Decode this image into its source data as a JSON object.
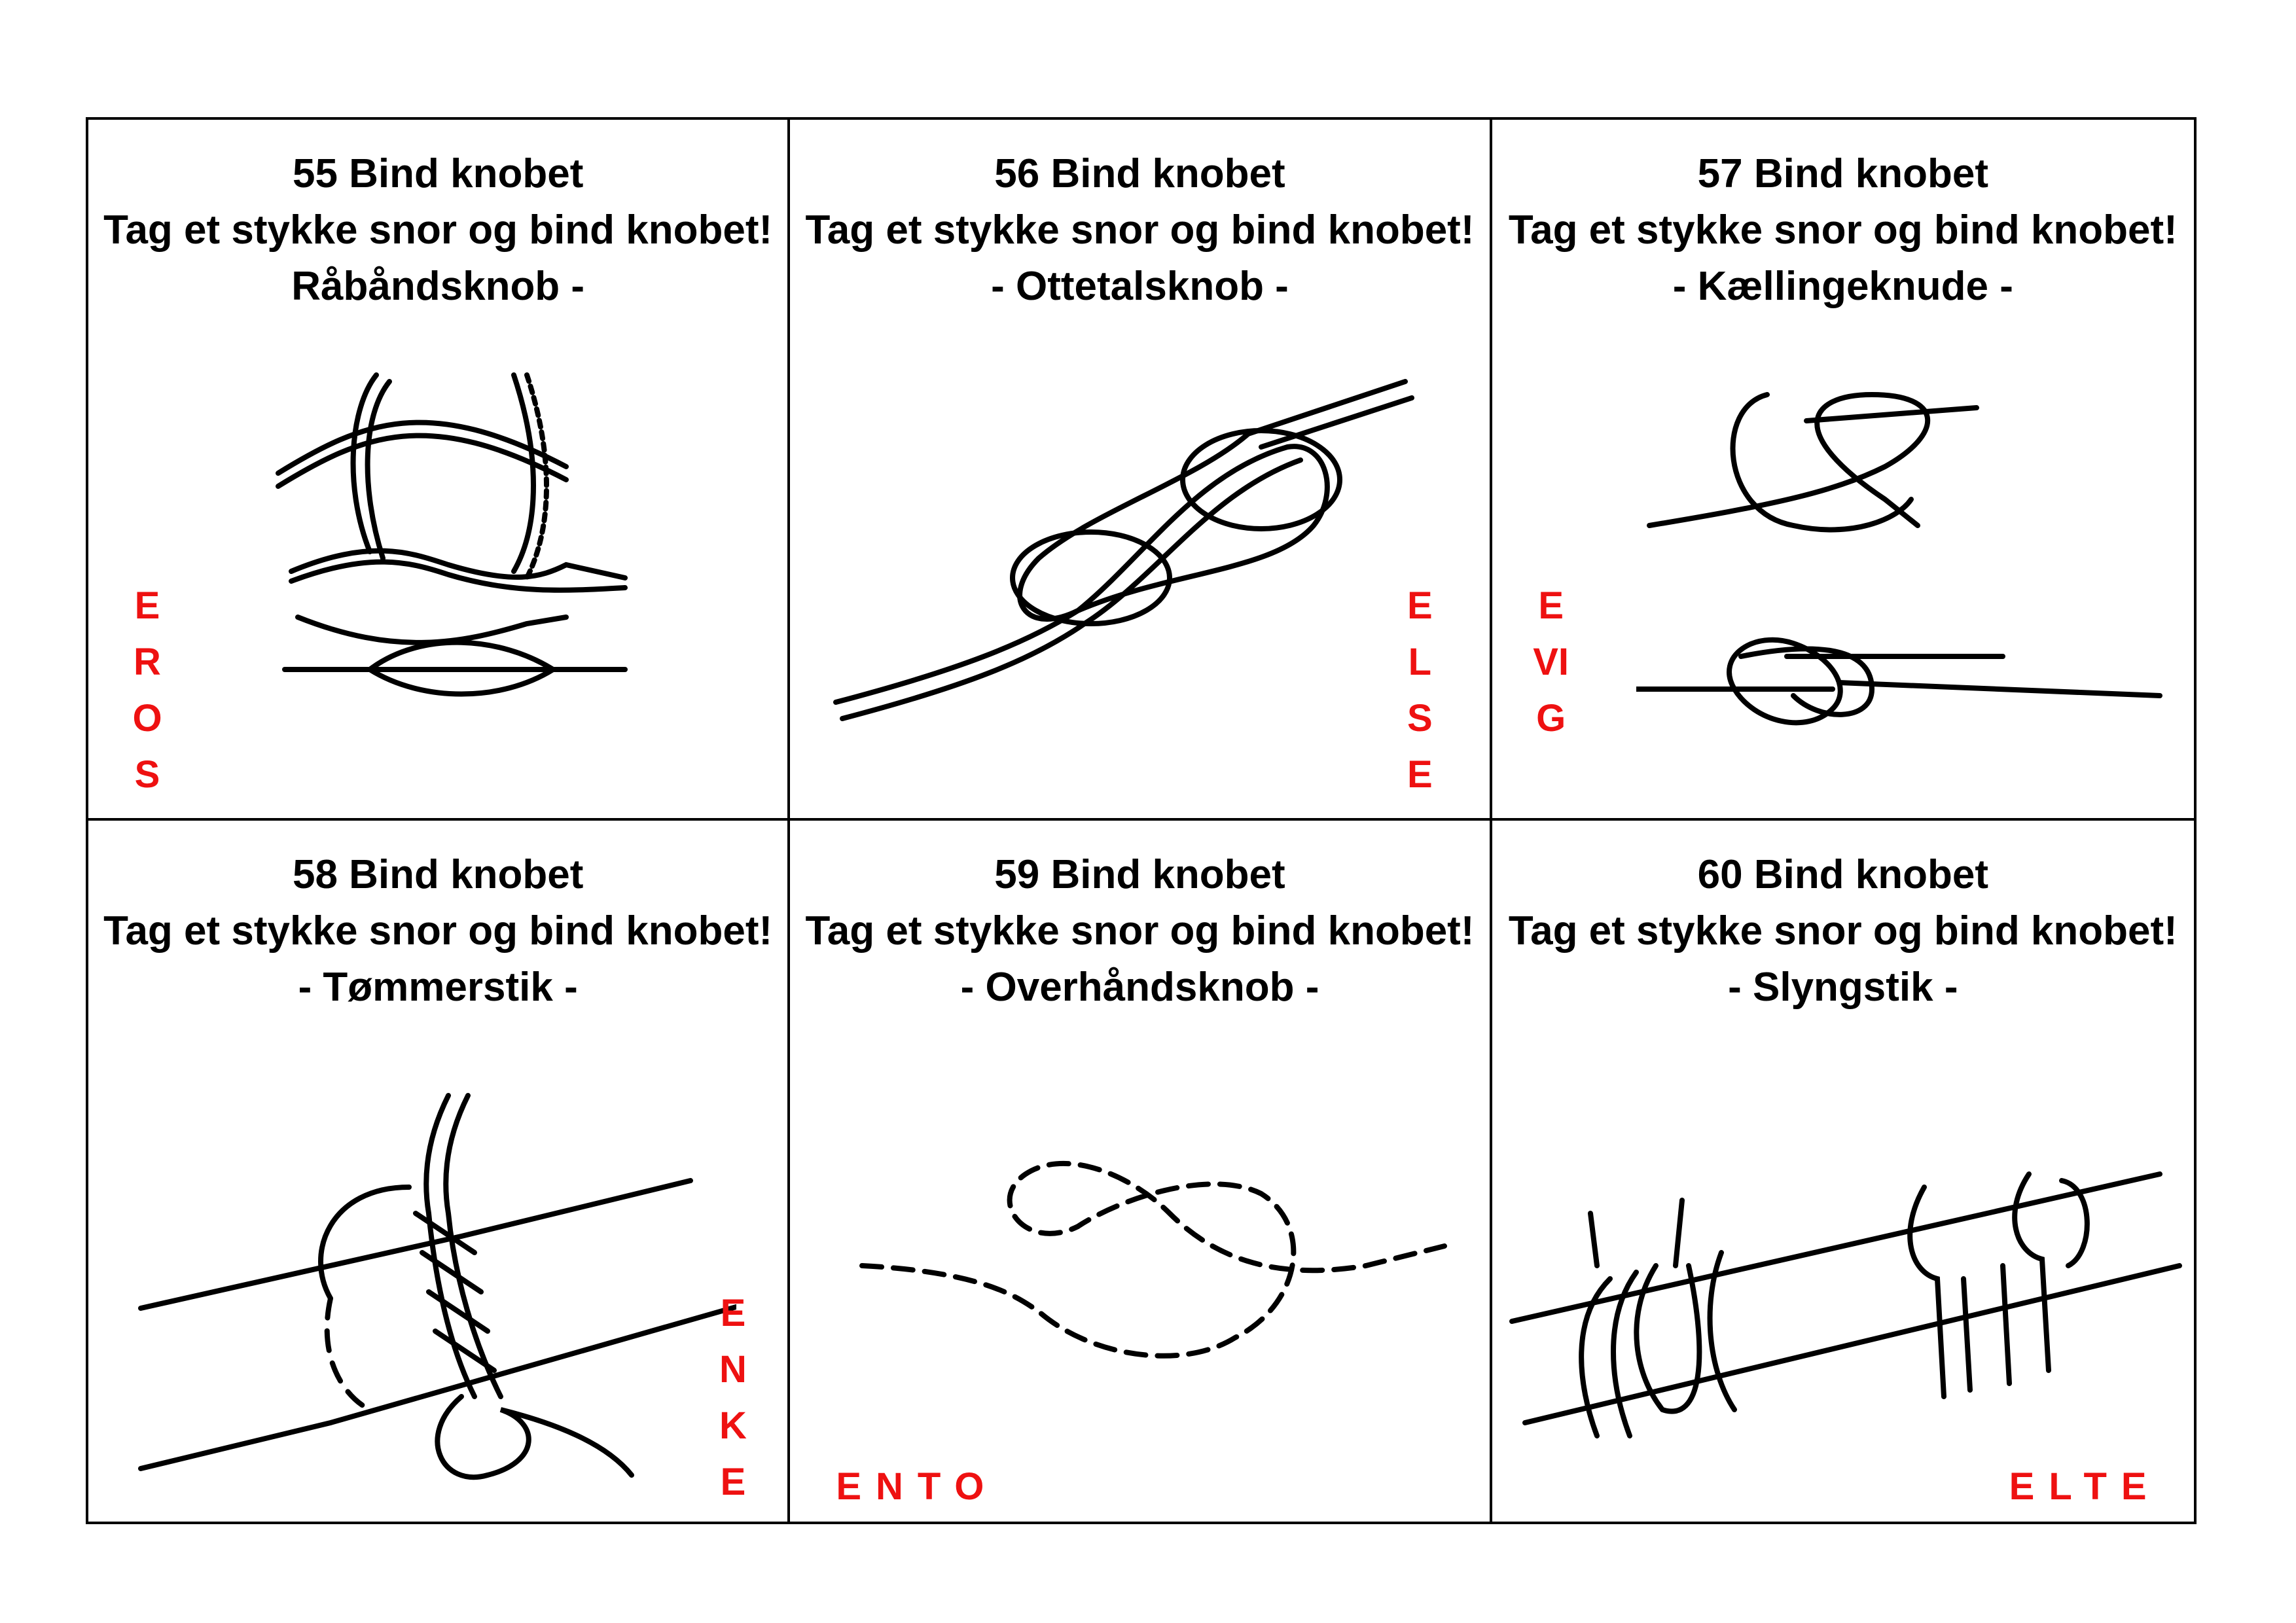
{
  "cards": [
    {
      "title": "55 Bind knobet",
      "instruction": "Tag et stykke snor og bind knobet!",
      "knot": "Råbåndsknob -",
      "letters": "EROS"
    },
    {
      "title": "56 Bind knobet",
      "instruction": "Tag et stykke snor og bind knobet!",
      "knot": "- Ottetalsknob -",
      "letters": "ELSE"
    },
    {
      "title": "57 Bind knobet",
      "instruction": "Tag et stykke snor og bind knobet!",
      "knot": "- Kællingeknude -",
      "letters": "EVIG"
    },
    {
      "title": "58 Bind knobet",
      "instruction": "Tag et stykke snor og bind knobet!",
      "knot": "- Tømmerstik -",
      "letters": "ENKE"
    },
    {
      "title": "59 Bind knobet",
      "instruction": "Tag et stykke snor og bind knobet!",
      "knot": "- Overhåndsknob -",
      "letters": "ENTO"
    },
    {
      "title": "60 Bind knobet",
      "instruction": "Tag et stykke snor og bind knobet!",
      "knot": "- Slyngstik -",
      "letters": "ELTE"
    }
  ],
  "colors": {
    "letters": "#ee1111",
    "border": "#000000"
  }
}
